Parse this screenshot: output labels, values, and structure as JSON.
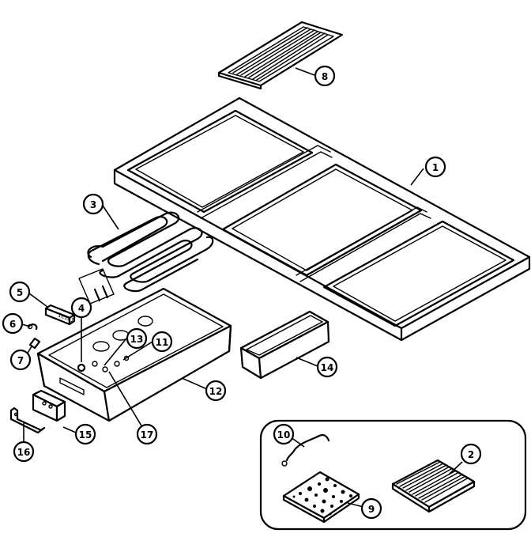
{
  "diagram": {
    "callouts": [
      "1",
      "2",
      "3",
      "4",
      "5",
      "6",
      "7",
      "8",
      "9",
      "10",
      "11",
      "12",
      "13",
      "14",
      "15",
      "16",
      "17"
    ],
    "colors": {
      "ink": "#000000",
      "paper": "#ffffff"
    }
  }
}
